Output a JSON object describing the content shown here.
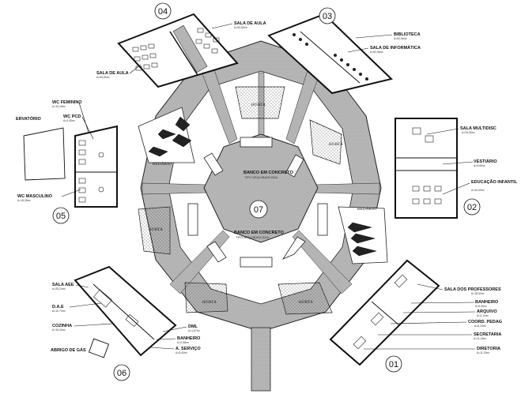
{
  "rooms": {
    "sala_aula_top": {
      "label": "SALA DE AULA",
      "area": "A=53,50m²"
    },
    "sala_aula_left": {
      "label": "SALA DE AULA",
      "area": "A=53,50m²"
    },
    "biblioteca": {
      "label": "BIBLIOTECA",
      "area": "A=52,56m²"
    },
    "sala_informatica": {
      "label": "SALA DE INFORMÁTICA",
      "area": "A=52,56m²"
    },
    "wc_feminino": {
      "label": "WC FEMININO",
      "area": "A=15,18m²"
    },
    "wc_pcd": {
      "label": "WC PCD",
      "area": "A=4,45m²"
    },
    "wc_masculino": {
      "label": "WC MASCULINO",
      "area": "A=15,18m²"
    },
    "ervatorio": {
      "label": "ERVATÓRIO"
    },
    "sala_multidisc": {
      "label": "SALA MULTIDISC",
      "area": "A=34,00m²"
    },
    "vestiario": {
      "label": "VESTIÁRIO",
      "area": "A=5,65m²"
    },
    "educacao_infantil": {
      "label": "EDUCAÇÃO INFANTIL",
      "area": "A=34,00m²"
    },
    "sala_aee": {
      "label": "SALA AEE",
      "area": "A=25,24m²"
    },
    "dae": {
      "label": "D.A.E",
      "area": "A=10,73m²"
    },
    "cozinha": {
      "label": "COZINHA",
      "area": "A=16,00m²"
    },
    "dml": {
      "label": "DML",
      "area": "A=1,67m²"
    },
    "banheiro_06": {
      "label": "BANHEIRO",
      "area": "A=2,56m²"
    },
    "a_servico": {
      "label": "A. SERVIÇO",
      "area": "A=6,40m²"
    },
    "abrigo_gas": {
      "label": "ABRIGO DE GÁS"
    },
    "sala_professores": {
      "label": "SALA DOS PROFESSORES",
      "area": "A=18,52m²"
    },
    "banheiro_01": {
      "label": "BANHEIRO",
      "area": "A=5,00m²"
    },
    "arquivo": {
      "label": "ARQUIVO",
      "area": "A=4,14m²"
    },
    "coord_pedag": {
      "label": "COORD. PEDAG",
      "area": "A=6,15m²"
    },
    "secretaria": {
      "label": "SECRETARIA",
      "area": "A=11,43m²"
    },
    "diretoria": {
      "label": "DIRETORIA",
      "area": "A=11,20m²"
    }
  },
  "wings": {
    "n01": "01",
    "n02": "02",
    "n03": "03",
    "n04": "04",
    "n05": "05",
    "n06": "06",
    "n07": "07"
  },
  "gardens": {
    "horta": "HORTA",
    "redario": "REDÁRIO"
  },
  "benches": {
    "label": "BANCO EM CONCRETO",
    "sub": "TIPO ARQUIBANCADA"
  },
  "colors": {
    "ring_fill": "#b9b9b9",
    "ink": "#111111",
    "paper": "#ffffff"
  }
}
